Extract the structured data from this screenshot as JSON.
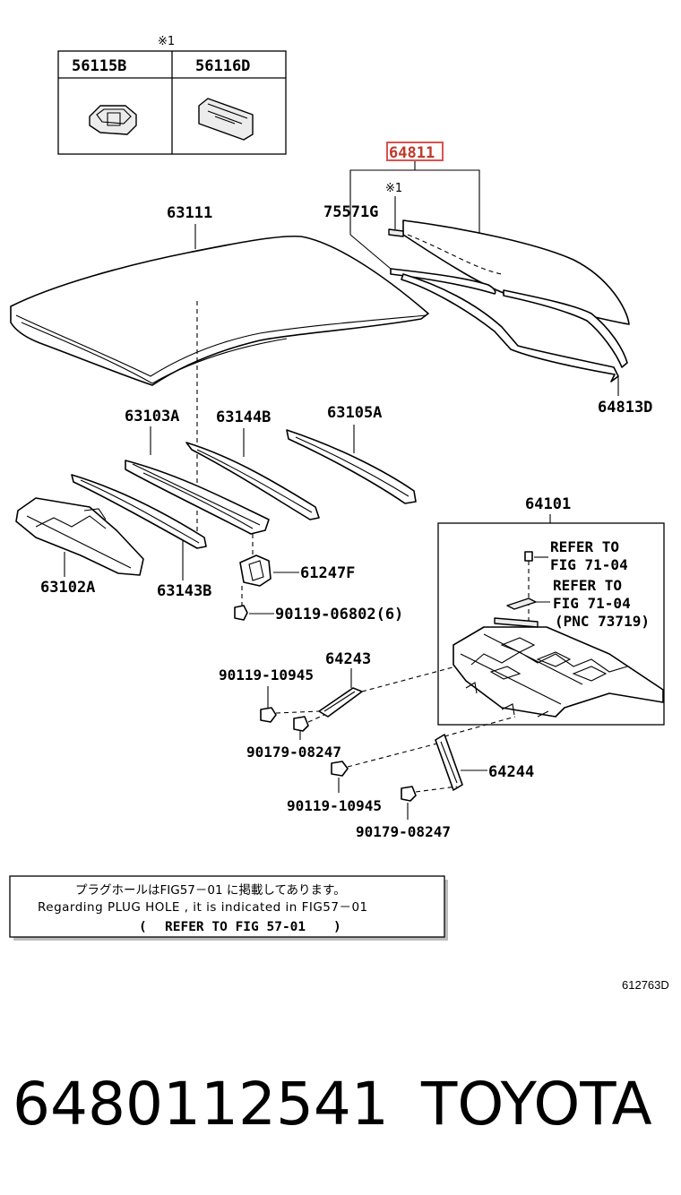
{
  "inset": {
    "mark": "※1",
    "columns": [
      "56115B",
      "56116D"
    ]
  },
  "highlight_color": "#d9534f",
  "labels": {
    "p64811": "64811",
    "p64811_mark": "※1",
    "p63111": "63111",
    "p75571G": "75571G",
    "p64813D": "64813D",
    "p63103A": "63103A",
    "p63144B": "63144B",
    "p63105A": "63105A",
    "p63102A": "63102A",
    "p63143B": "63143B",
    "p61247F": "61247F",
    "p90119_06802": "90119-06802(6)",
    "p64101": "64101",
    "ref1_line1": "REFER TO",
    "ref1_line2": "FIG 71-04",
    "ref2_line1": "REFER TO",
    "ref2_line2": "FIG 71-04",
    "ref2_line3": "(PNC 73719)",
    "p64243": "64243",
    "p90119_10945_a": "90119-10945",
    "p90179_08247_a": "90179-08247",
    "p64244": "64244",
    "p90119_10945_b": "90119-10945",
    "p90179_08247_b": "90179-08247"
  },
  "note": {
    "line1": "プラグホールはFIG57－01 に掲載してあります。",
    "line2": "Regarding  PLUG  HOLE ,  it  is  indicated  in  FIG57－01",
    "line3_open": "(",
    "line3": "REFER TO FIG 57-01",
    "line3_close": ")"
  },
  "figure_id": "612763D",
  "caption": {
    "part_number": "6480112541",
    "brand": "TOYOTA"
  }
}
